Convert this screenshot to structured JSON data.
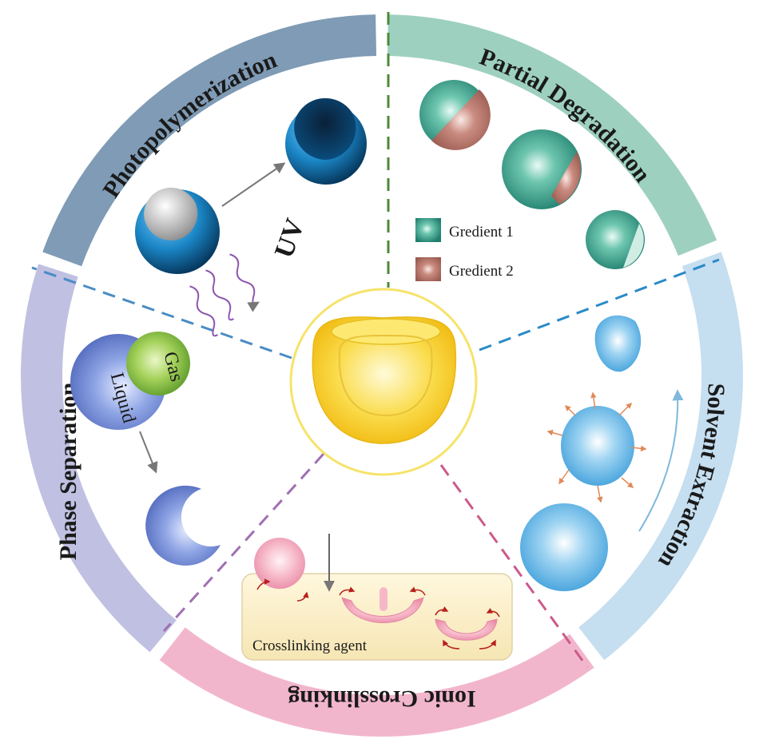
{
  "segments": {
    "photopolymerization": "Photopolymerization",
    "partial_degradation": "Partial Degradation",
    "solvent_extraction": "Solvent Extraction",
    "ionic_crosslinking": "Ionic Crosslinking",
    "phase_separation": "Phase Separation"
  },
  "labels": {
    "uv": "UV",
    "gradient_1": "Gredient 1",
    "gradient_2": "Gredient 2",
    "liquid": "Liquid",
    "gas": "Gas",
    "crosslinking_agent": "Crosslinking agent"
  },
  "colors": {
    "photopolymerization": "#7f9bb5",
    "partial_degradation": "#9ed0c0",
    "solvent_extraction": "#c5def0",
    "ionic_crosslinking": "#f2b6cc",
    "phase_separation": "#c0c0e2",
    "center": "#f7d83a",
    "ring": "#f5e97a"
  }
}
